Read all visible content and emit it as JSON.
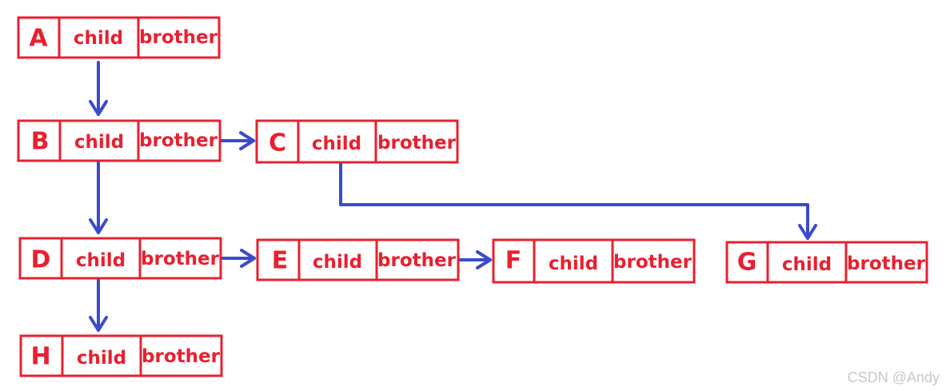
{
  "diagram": {
    "nodes": [
      {
        "id": "A",
        "letter": "A",
        "child_label": "child",
        "brother_label": "brother"
      },
      {
        "id": "B",
        "letter": "B",
        "child_label": "child",
        "brother_label": "brother"
      },
      {
        "id": "C",
        "letter": "C",
        "child_label": "child",
        "brother_label": "brother"
      },
      {
        "id": "D",
        "letter": "D",
        "child_label": "child",
        "brother_label": "brother"
      },
      {
        "id": "E",
        "letter": "E",
        "child_label": "child",
        "brother_label": "brother"
      },
      {
        "id": "F",
        "letter": "F",
        "child_label": "child",
        "brother_label": "brother"
      },
      {
        "id": "G",
        "letter": "G",
        "child_label": "child",
        "brother_label": "brother"
      },
      {
        "id": "H",
        "letter": "H",
        "child_label": "child",
        "brother_label": "brother"
      }
    ],
    "edges": [
      {
        "from": "A",
        "to": "B",
        "field": "child"
      },
      {
        "from": "B",
        "to": "C",
        "field": "brother"
      },
      {
        "from": "B",
        "to": "D",
        "field": "child"
      },
      {
        "from": "C",
        "to": "G",
        "field": "child"
      },
      {
        "from": "D",
        "to": "E",
        "field": "brother"
      },
      {
        "from": "D",
        "to": "H",
        "field": "child"
      },
      {
        "from": "E",
        "to": "F",
        "field": "brother"
      }
    ],
    "colors": {
      "box_border": "#e8202f",
      "text": "#e8202f",
      "arrow": "#3a4cc9"
    }
  },
  "watermark": "CSDN @Andy"
}
